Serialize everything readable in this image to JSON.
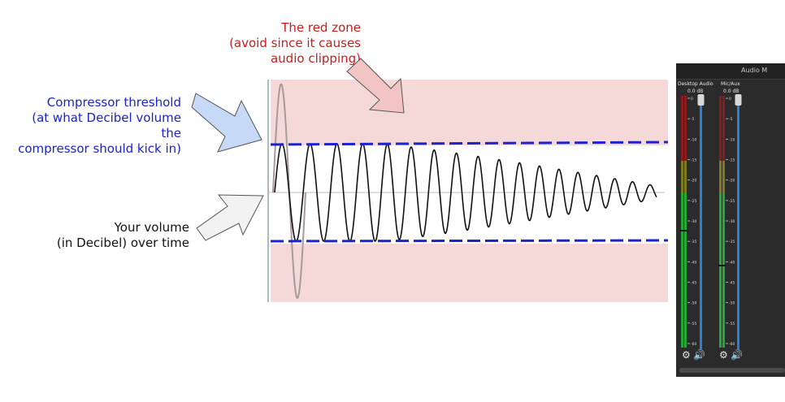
{
  "annotations": {
    "red_zone": "The red zone\n(avoid since it causes\naudio clipping)",
    "threshold": "Compressor threshold\n(at what Decibel volume the\ncompressor should kick in)",
    "volume": "Your volume\n(in Decibel) over time"
  },
  "colors": {
    "red_zone_fill": "#f5d9d9",
    "red_arrow_fill": "#f3c4c4",
    "red_text": "#cc1b1b",
    "threshold_line": "#1a23cf",
    "blue_arrow_fill": "#c6d9f6",
    "gray_arrow_fill": "#f2f2f2"
  },
  "mixer": {
    "title": "Audio M",
    "channels": [
      {
        "name": "Desktop Audio",
        "db": "0.0 dB",
        "settings_icon": "gear-icon",
        "mute_icon": "speaker-icon"
      },
      {
        "name": "Mic/Aux",
        "db": "0.0 dB",
        "settings_icon": "gear-icon",
        "mute_icon": "speaker-icon"
      }
    ],
    "scale": [
      "0",
      "-5",
      "-10",
      "-15",
      "-20",
      "-25",
      "-30",
      "-35",
      "-40",
      "-45",
      "-50",
      "-55",
      "-60"
    ]
  }
}
